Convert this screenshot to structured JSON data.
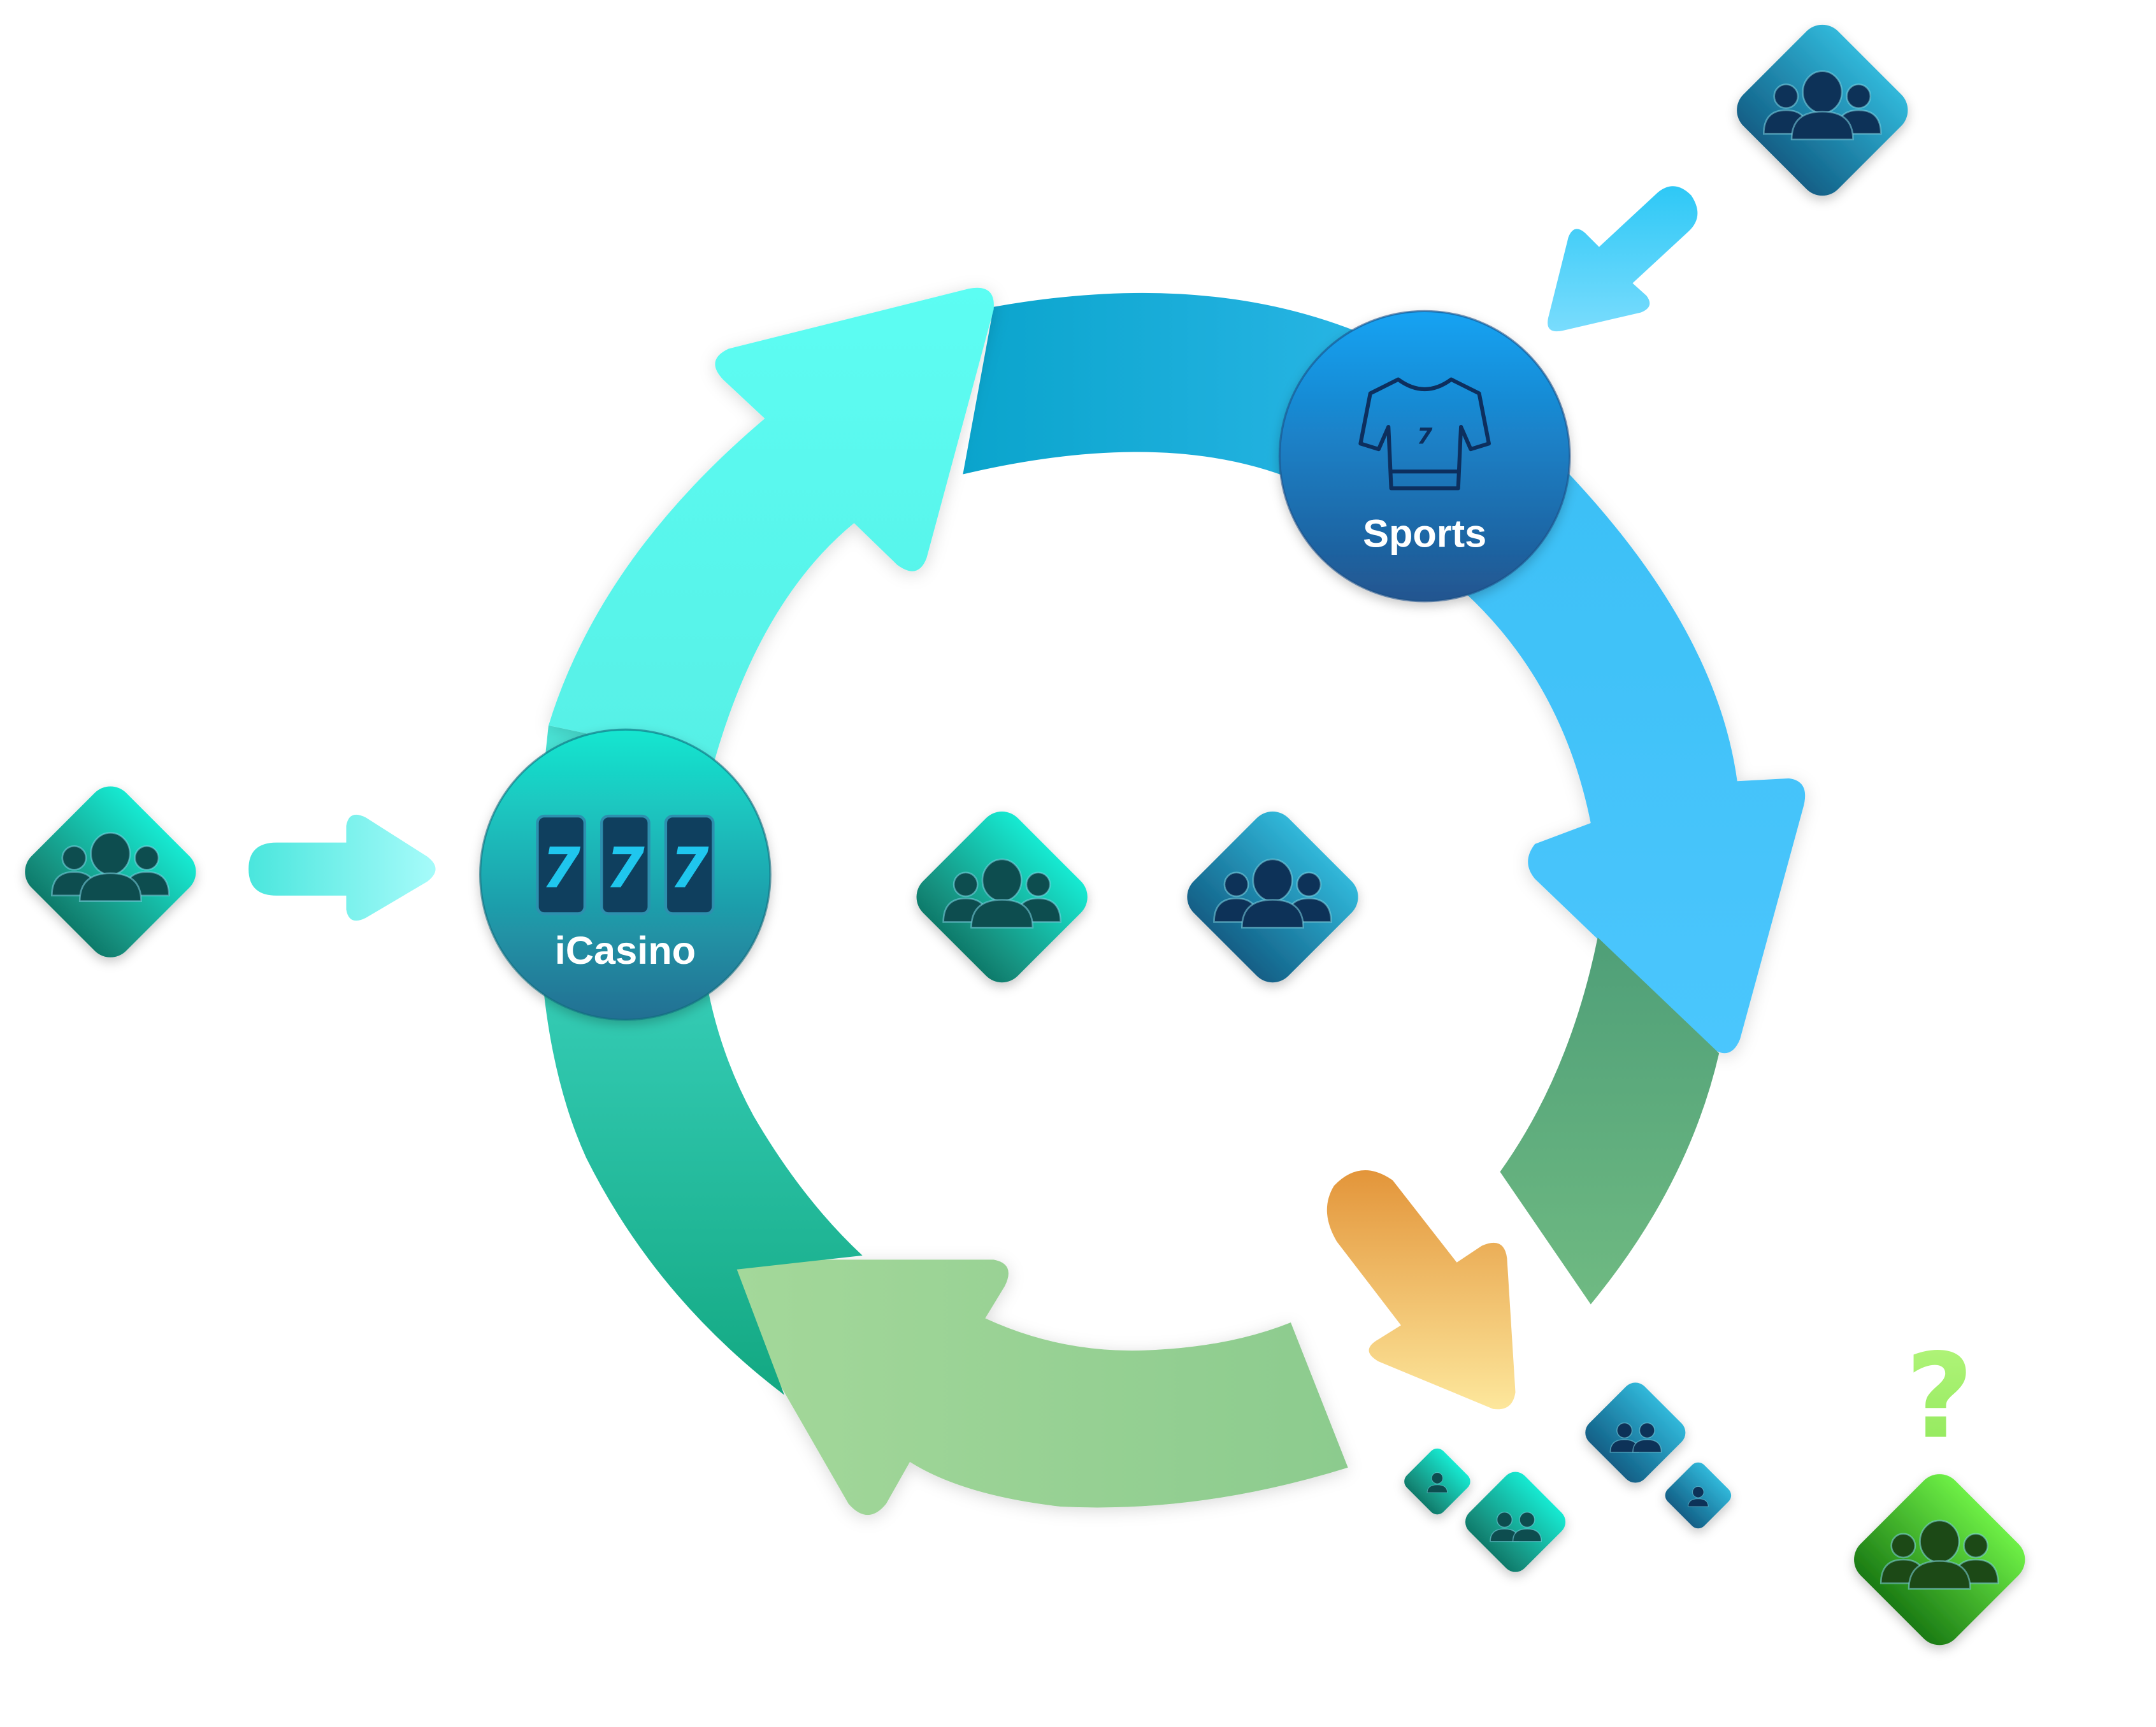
{
  "diagram": {
    "nodes": {
      "icasino": {
        "label": "iCasino",
        "slot_symbol": "7",
        "icon": "slot-machine-icon"
      },
      "sports": {
        "label": "Sports",
        "jersey_number": "7",
        "icon": "jersey-icon"
      }
    },
    "question_mark": "?",
    "colors": {
      "arc_top_left": "#5cfbf1",
      "arc_top_right": "#18a9d6",
      "arc_right": "#48c4fb",
      "arc_bottom_right": "#5cab7c",
      "arc_bottom": "#9fd497",
      "arc_left": "#22b698",
      "orange_arrow": "#e8a644",
      "green_group": "#3aa72a"
    }
  }
}
